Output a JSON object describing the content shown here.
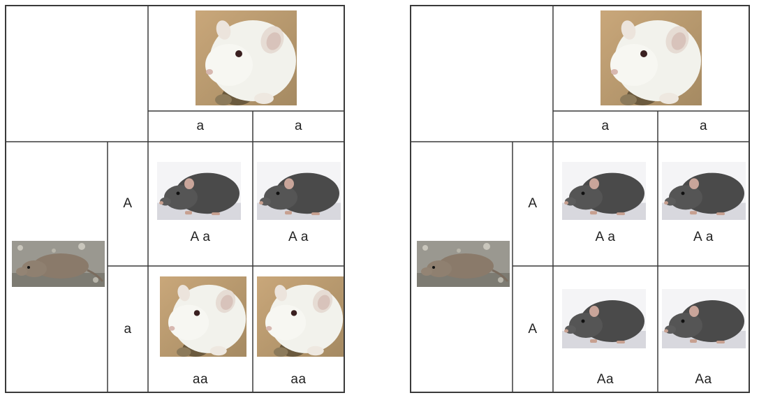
{
  "squares": [
    {
      "top_parent_photo": "white-rat-icon",
      "side_parent_photo": "brown-wild-rat-icon",
      "top_alleles": [
        "a",
        "a"
      ],
      "side_alleles": [
        "A",
        "a"
      ],
      "offspring": [
        {
          "genotype": "A a",
          "photo": "black-rat-icon"
        },
        {
          "genotype": "A a",
          "photo": "black-rat-icon"
        },
        {
          "genotype": "aa",
          "photo": "white-rat-icon"
        },
        {
          "genotype": "aa",
          "photo": "white-rat-icon"
        }
      ]
    },
    {
      "top_parent_photo": "white-rat-icon",
      "side_parent_photo": "brown-wild-rat-icon",
      "top_alleles": [
        "a",
        "a"
      ],
      "side_alleles": [
        "A",
        "A"
      ],
      "offspring": [
        {
          "genotype": "A a",
          "photo": "black-rat-icon"
        },
        {
          "genotype": "A a",
          "photo": "black-rat-icon"
        },
        {
          "genotype": "Aa",
          "photo": "black-rat-icon"
        },
        {
          "genotype": "Aa",
          "photo": "black-rat-icon"
        }
      ]
    }
  ],
  "colors": {
    "grid_line": "#3a3a3a",
    "white_rat_fur": "#f2f2ec",
    "white_rat_bg": "#a58a62",
    "black_rat_fur": "#4a4a4a",
    "brown_rat_fur": "#8a7a6a"
  }
}
